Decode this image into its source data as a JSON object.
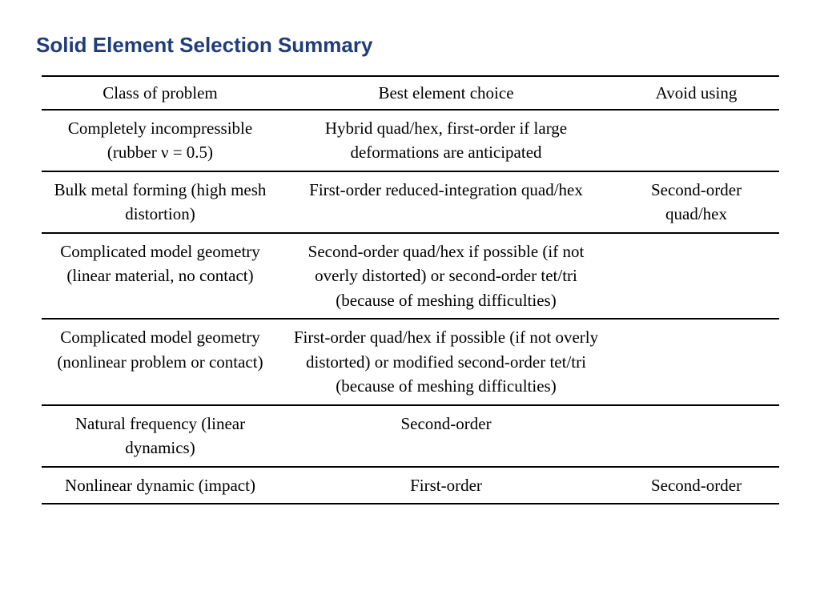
{
  "title": "Solid Element Selection Summary",
  "table": {
    "headers": [
      "Class of problem",
      "Best element choice",
      "Avoid using"
    ],
    "rows": [
      [
        "Completely incompressible (rubber ν = 0.5)",
        "Hybrid quad/hex, first-order if large deformations are anticipated",
        ""
      ],
      [
        "Bulk metal forming (high mesh distortion)",
        "First-order reduced-integration quad/hex",
        "Second-order quad/hex"
      ],
      [
        "Complicated model geometry (linear material, no contact)",
        "Second-order quad/hex if possible (if not overly distorted) or second-order tet/tri (because of meshing difficulties)",
        ""
      ],
      [
        "Complicated model geometry (nonlinear problem or contact)",
        "First-order quad/hex if possible (if not overly distorted) or modified second-order tet/tri (because of meshing difficulties)",
        ""
      ],
      [
        "Natural frequency (linear dynamics)",
        "Second-order",
        ""
      ],
      [
        "Nonlinear dynamic (impact)",
        "First-order",
        "Second-order"
      ]
    ]
  }
}
